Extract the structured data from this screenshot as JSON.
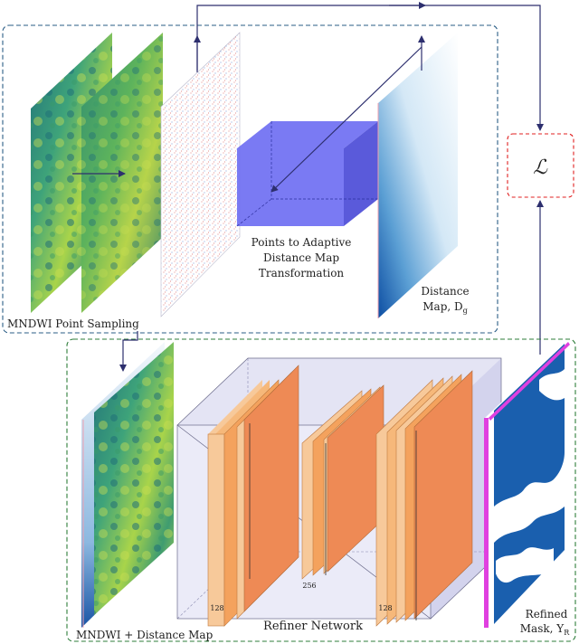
{
  "labels": {
    "sampling_box": "MNDWI Point Sampling",
    "transform_1": "Points to Adaptive",
    "transform_2": "Distance Map",
    "transform_3": "Transformation",
    "distance_1": "Distance",
    "distance_2": "Map, D",
    "distance_sub": "g",
    "loss": "ℒ",
    "input": "MNDWI + Distance Map",
    "refiner": "Refiner Network",
    "refined_1": "Refined",
    "refined_2": "Mask, Y",
    "refined_sub": "R",
    "ch_a": "128",
    "ch_b": "256",
    "ch_c": "128"
  },
  "colors": {
    "blue_frame": "#2a5d86",
    "green_frame": "#2e7d3a",
    "loss_frame": "#e02020",
    "arrow": "#2d2f6e",
    "cube_face": "#6c6cf2",
    "cube_side": "#4848d6",
    "refiner_box": "#d8d8f0",
    "layer_light": "#f7c99a",
    "layer_mid": "#f4a25d",
    "layer_dark": "#ee8a55",
    "mask_edge": "#e040e0",
    "map_blue": "#1a55a6"
  }
}
